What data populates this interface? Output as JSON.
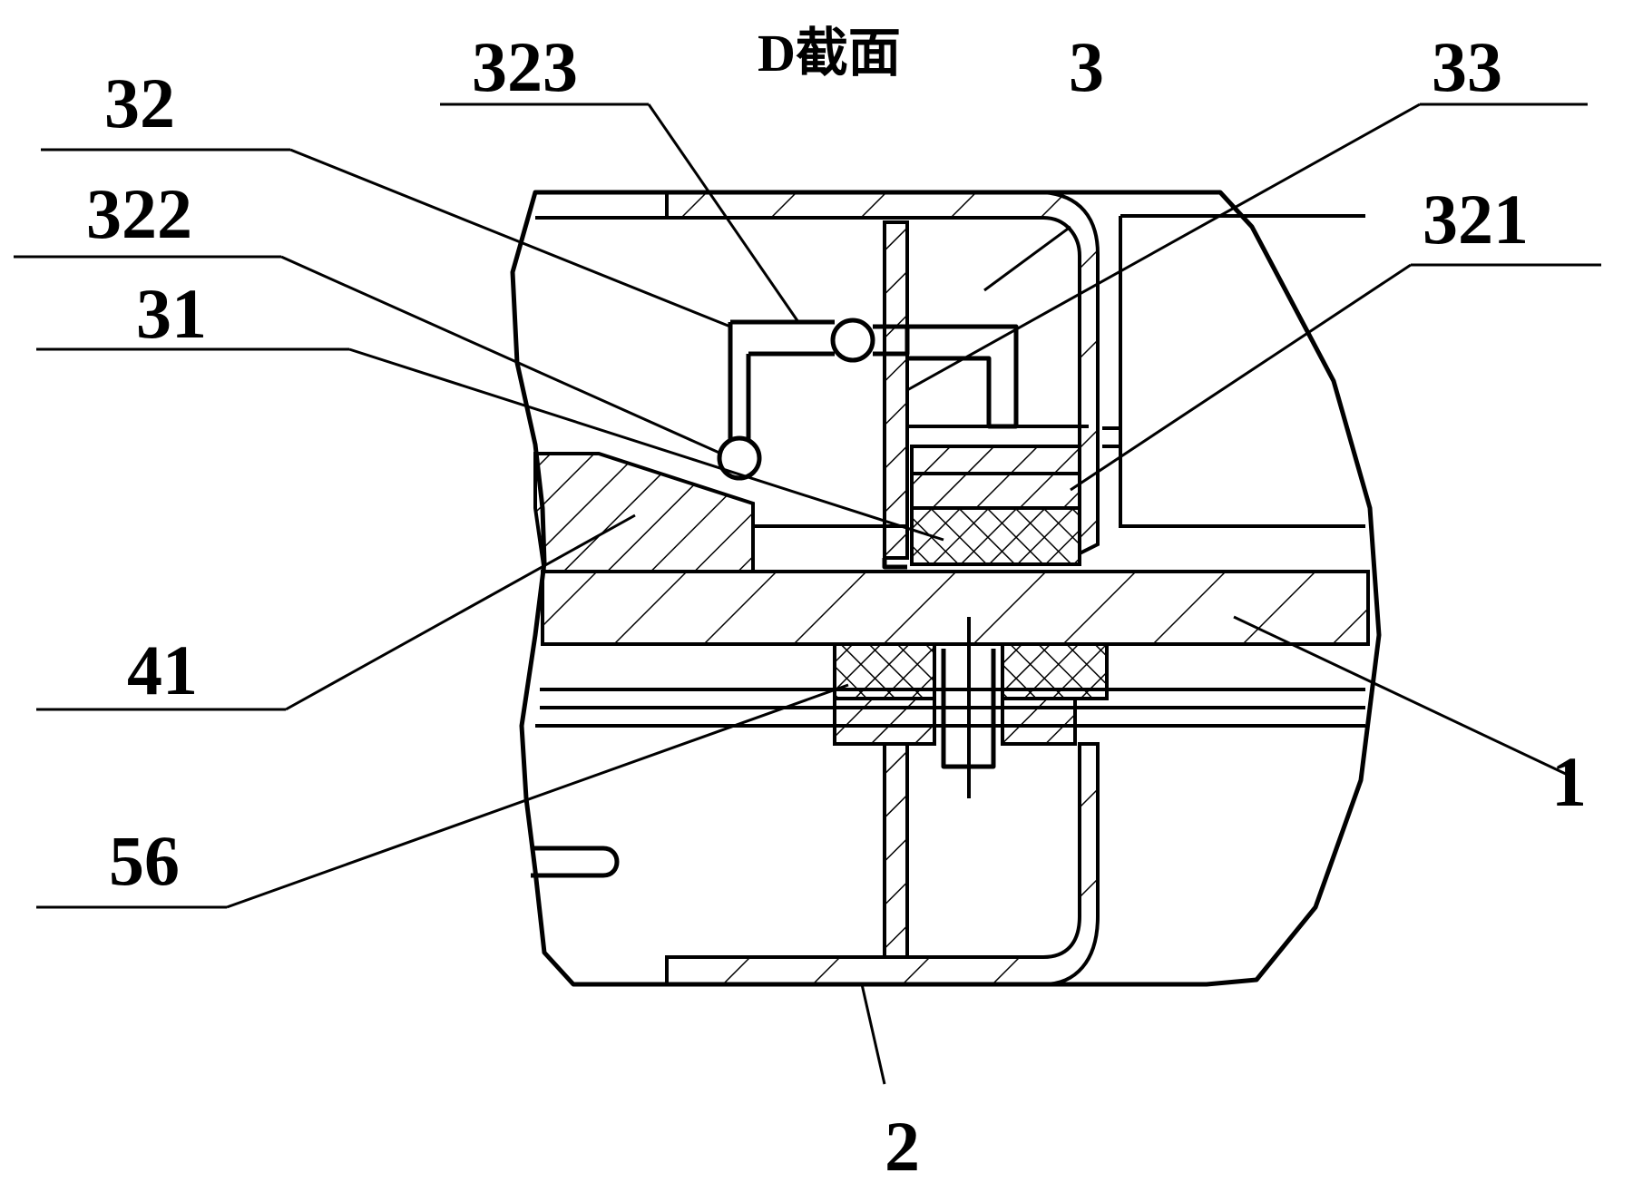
{
  "title": "D截面",
  "labels": {
    "l323": "323",
    "l3": "3",
    "l33": "33",
    "l32": "32",
    "l322": "322",
    "l321": "321",
    "l31": "31",
    "l41": "41",
    "l1": "1",
    "l56": "56",
    "l2": "2"
  }
}
